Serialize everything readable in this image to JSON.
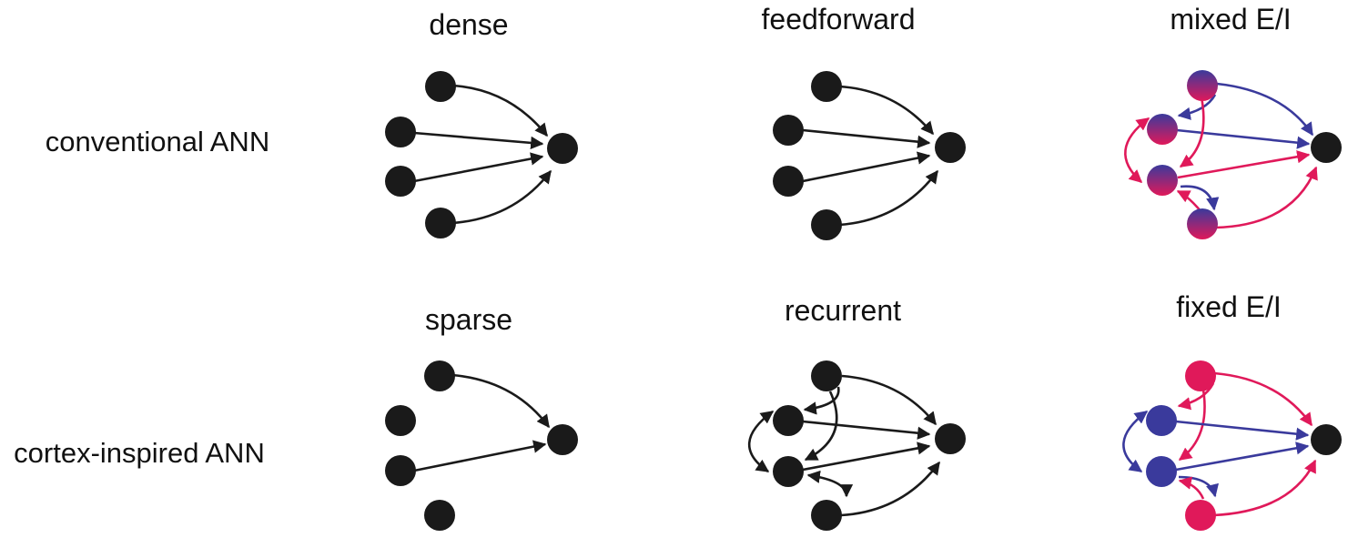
{
  "rows": [
    {
      "label": "conventional ANN"
    },
    {
      "label": "cortex-inspired ANN"
    }
  ],
  "panels": [
    {
      "title": "dense"
    },
    {
      "title": "feedforward"
    },
    {
      "title": "mixed E/I"
    },
    {
      "title": "sparse"
    },
    {
      "title": "recurrent"
    },
    {
      "title": "fixed E/I"
    }
  ],
  "colors": {
    "neuron": "#1a1a1a",
    "excitatory": "#e0195a",
    "inhibitory": "#3a3a9c",
    "edge": "#1a1a1a"
  }
}
